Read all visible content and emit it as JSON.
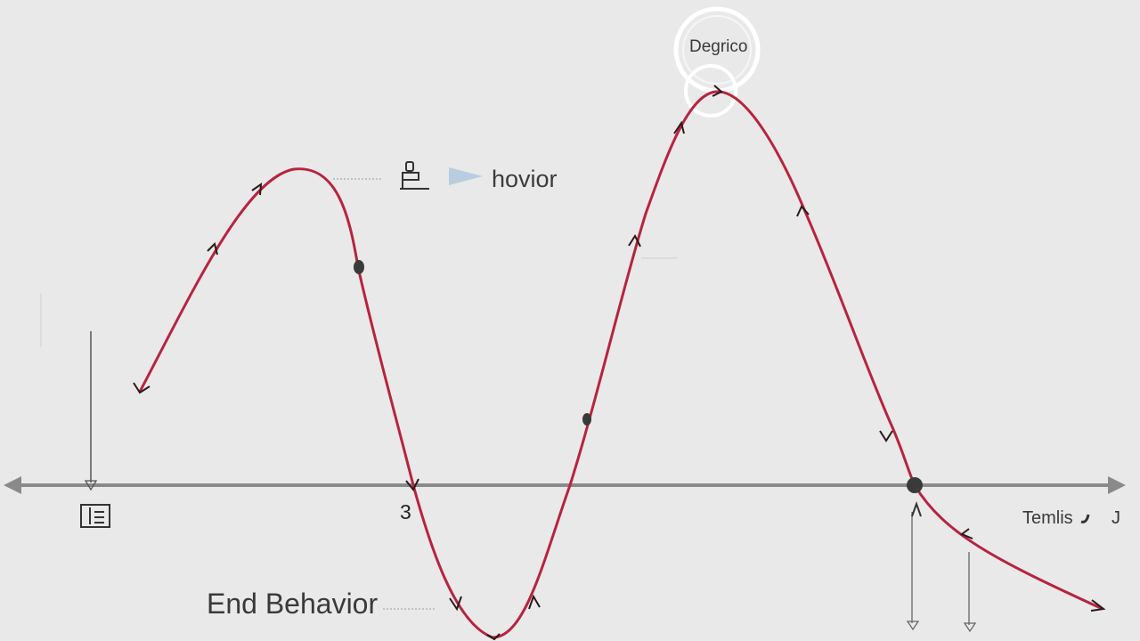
{
  "labels": {
    "degree": "Degrico",
    "behavior": "hovior",
    "root_value": "3",
    "end_behavior": "End Behavior",
    "terminal": "Temlis",
    "terminal_suffix": "J"
  },
  "colors": {
    "background": "#e9e9e9",
    "curve": "#b8233f",
    "axis": "#8a8a8a",
    "point": "#3a3a3a",
    "arrowhead": "#2a1a1a"
  },
  "icons": [
    "document-icon",
    "stamp-icon",
    "flag-icon"
  ]
}
